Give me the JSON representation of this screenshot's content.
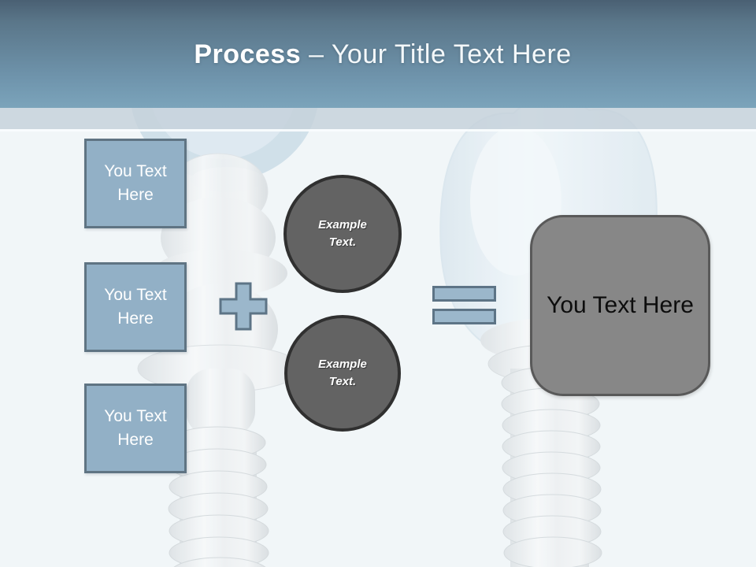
{
  "title": {
    "emphasis": "Process",
    "separator": "–",
    "rest": "Your Title Text Here"
  },
  "left_boxes": [
    {
      "label": "You Text Here"
    },
    {
      "label": "You Text Here"
    },
    {
      "label": "You Text Here"
    }
  ],
  "circles": [
    {
      "label": "Example Text."
    },
    {
      "label": "Example Text."
    }
  ],
  "result_box": {
    "label": "You Text Here"
  },
  "icons": {
    "plus": "plus-sign",
    "equals": "equals-sign",
    "background": "dental-implant-illustration"
  },
  "colors": {
    "header_top": "#4a6073",
    "header_bottom": "#7ba4bb",
    "band": "#c4d1db",
    "body_background": "#f1f6f8",
    "placeholder_blue_fill": "#92b0c6",
    "placeholder_blue_border": "#5f7483",
    "circle_fill": "#636363",
    "circle_border": "#303030",
    "result_fill": "#878787",
    "result_border": "#595959",
    "title_text": "#ffffff",
    "box_text": "#ffffff",
    "result_text": "#0d0d0d"
  }
}
